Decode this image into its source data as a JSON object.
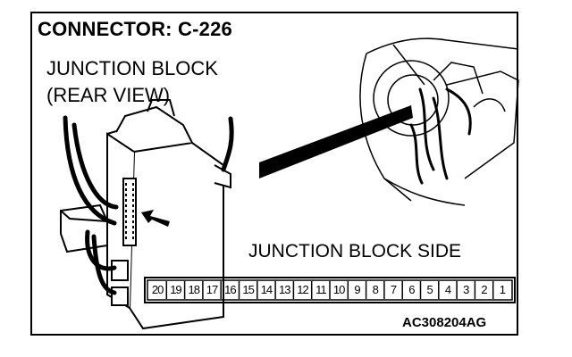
{
  "title": "CONNECTOR: C-226",
  "subtitle_line1": "JUNCTION BLOCK",
  "subtitle_line2": "(REAR VIEW)",
  "side_label": "JUNCTION BLOCK SIDE",
  "code": "AC308204AG",
  "pins": [
    "20",
    "19",
    "18",
    "17",
    "16",
    "15",
    "14",
    "13",
    "12",
    "11",
    "10",
    "9",
    "8",
    "7",
    "6",
    "5",
    "4",
    "3",
    "2",
    "1"
  ]
}
